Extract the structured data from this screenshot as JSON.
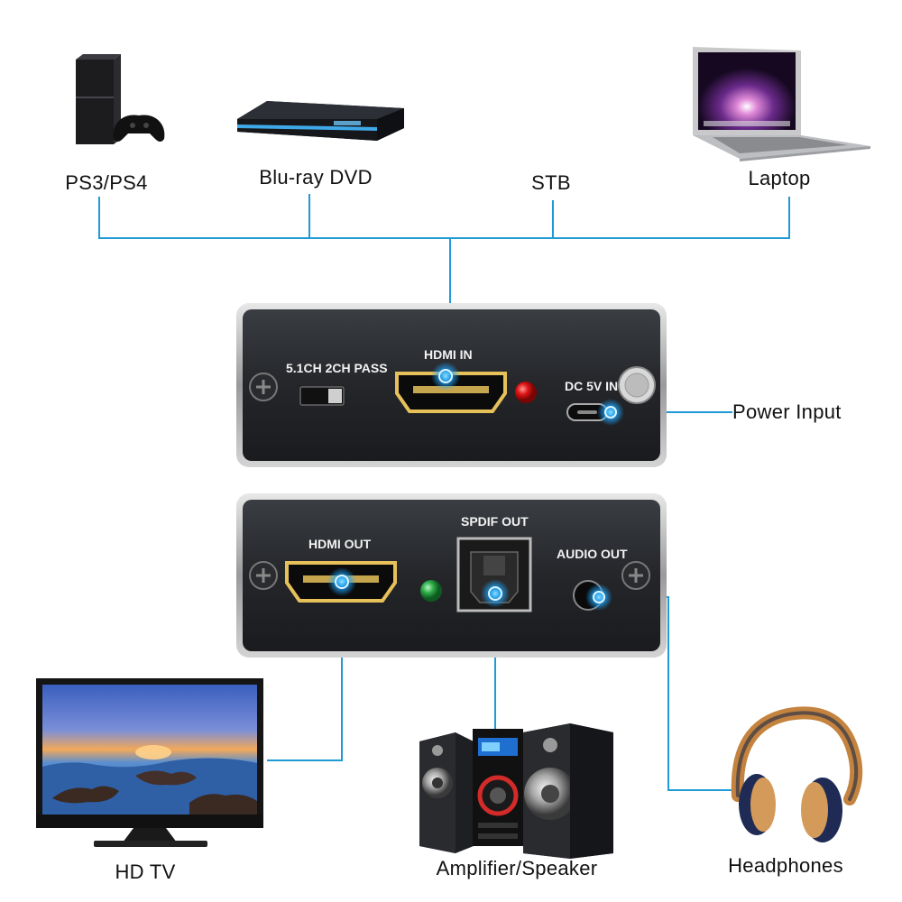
{
  "sources": {
    "ps": "PS3/PS4",
    "bluray": "Blu-ray DVD",
    "stb": "STB",
    "laptop": "Laptop"
  },
  "top_panel": {
    "switch_label": "5.1CH 2CH PASS",
    "hdmi_in": "HDMI IN",
    "dc_in": "DC 5V IN",
    "power_input": "Power Input"
  },
  "bottom_panel": {
    "hdmi_out": "HDMI OUT",
    "spdif_out": "SPDIF OUT",
    "audio_out": "AUDIO OUT"
  },
  "outputs": {
    "tv": "HD TV",
    "speaker": "Amplifier/Speaker",
    "headphones": "Headphones"
  },
  "colors": {
    "line": "#1f9ad6",
    "panel": "#25272b",
    "led_red": "#e01515",
    "led_green": "#2fae4a",
    "hdmi_gold": "#e6c15a",
    "glow": "#1ea7ff"
  }
}
